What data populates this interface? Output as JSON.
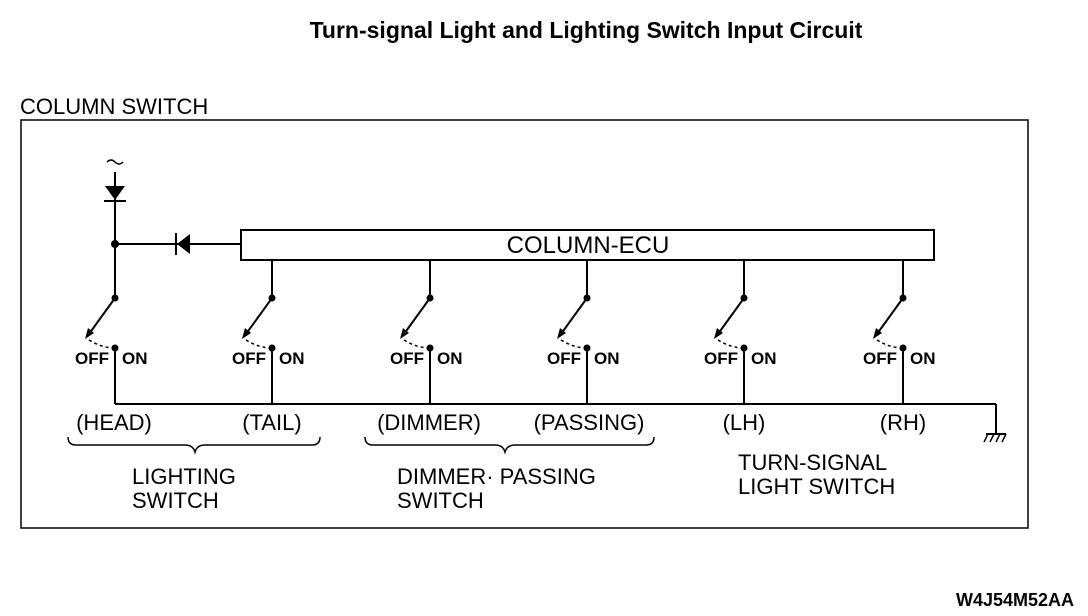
{
  "title": "Turn-signal Light and Lighting Switch Input Circuit",
  "enclosure_label": "COLUMN SWITCH",
  "ecu_label": "COLUMN-ECU",
  "switches": [
    {
      "off": "OFF",
      "on": "ON",
      "name": "(HEAD)"
    },
    {
      "off": "OFF",
      "on": "ON",
      "name": "(TAIL)"
    },
    {
      "off": "OFF",
      "on": "ON",
      "name": "(DIMMER)"
    },
    {
      "off": "OFF",
      "on": "ON",
      "name": "(PASSING)"
    },
    {
      "off": "OFF",
      "on": "ON",
      "name": "(LH)"
    },
    {
      "off": "OFF",
      "on": "ON",
      "name": "(RH)"
    }
  ],
  "groups": [
    {
      "line1": "LIGHTING",
      "line2": "SWITCH"
    },
    {
      "line1": "DIMMER· PASSING",
      "line2": "SWITCH"
    },
    {
      "line1": "TURN-SIGNAL",
      "line2": "LIGHT SWITCH"
    }
  ],
  "figure_code": "W4J54M52AA"
}
